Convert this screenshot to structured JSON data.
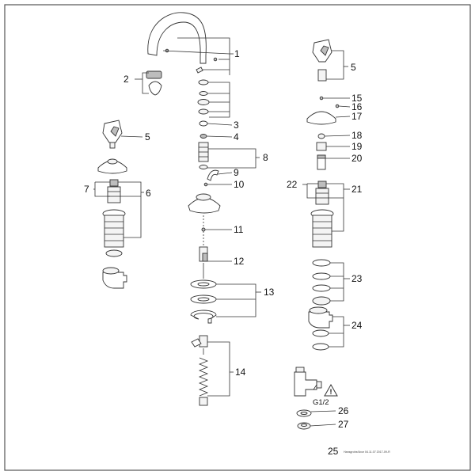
{
  "diagram": {
    "part_numbers": {
      "p1": "1",
      "p2": "2",
      "p3": "3",
      "p4": "4",
      "p5a": "5",
      "p5b": "5",
      "p6": "6",
      "p7": "7",
      "p8": "8",
      "p9": "9",
      "p10": "10",
      "p11": "11",
      "p12": "12",
      "p13": "13",
      "p14": "14",
      "p15": "15",
      "p16": "16",
      "p17": "17",
      "p18": "18",
      "p19": "19",
      "p20": "20",
      "p21": "21",
      "p22": "22",
      "p23": "23",
      "p24": "24",
      "p25": "25",
      "p26": "26",
      "p27": "27"
    },
    "thread_size": "G1/2",
    "warning_symbol": "!",
    "footer_note": "Hansgrohe/Axor 04.11.07 2017-09-R"
  },
  "icons": {
    "warning": "warning-triangle-icon"
  },
  "colors": {
    "line": "#333333",
    "frame": "#555555",
    "part_fill": "#f4f4f4",
    "part_dark": "#bdbdbd"
  }
}
